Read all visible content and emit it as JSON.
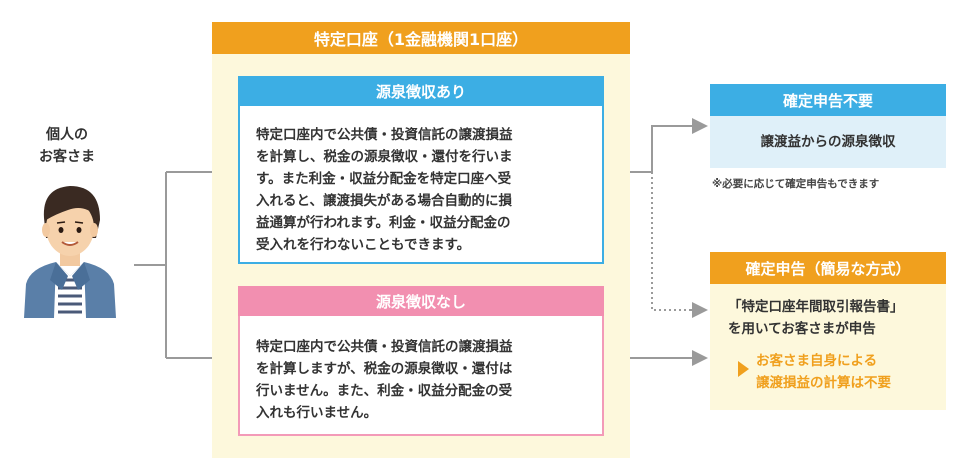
{
  "customer": {
    "label": "個人の\nお客さま"
  },
  "account": {
    "title": "特定口座（1金融機関1口座）"
  },
  "with_withholding": {
    "title": "源泉徴収あり",
    "lines": [
      "特定口座内で公共債・投資信託の譲渡損益",
      "を計算し、税金の源泉徴収・還付を行いま",
      "す。また利金・収益分配金を特定口座へ受",
      "入れると、譲渡損失がある場合自動的に損",
      "益通算が行われます。利金・収益分配金の",
      "受入れを行わないこともできます。"
    ]
  },
  "without_withholding": {
    "title": "源泉徴収なし",
    "lines": [
      "特定口座内で公共債・投資信託の譲渡損益",
      "を計算しますが、税金の源泉徴収・還付は",
      "行いません。また、利金・収益分配金の受",
      "入れも行いません。"
    ]
  },
  "no_filing": {
    "title": "確定申告不要",
    "text": "譲渡益からの源泉徴収",
    "note": "※必要に応じて確定申告もできます"
  },
  "simple_filing": {
    "title": "確定申告（簡易な方式）",
    "lines": [
      "「特定口座年間取引報告書」",
      "を用いてお客さまが申告"
    ],
    "highlight_lines": [
      "お客さま自身による",
      "譲渡損益の計算は不要"
    ]
  },
  "colors": {
    "orange": "#f0a01e",
    "blue": "#3caee4",
    "pink": "#f28fb0",
    "cream": "#fdf8dc",
    "light_blue": "#dff0f9",
    "connector": "#9a9a9a"
  }
}
